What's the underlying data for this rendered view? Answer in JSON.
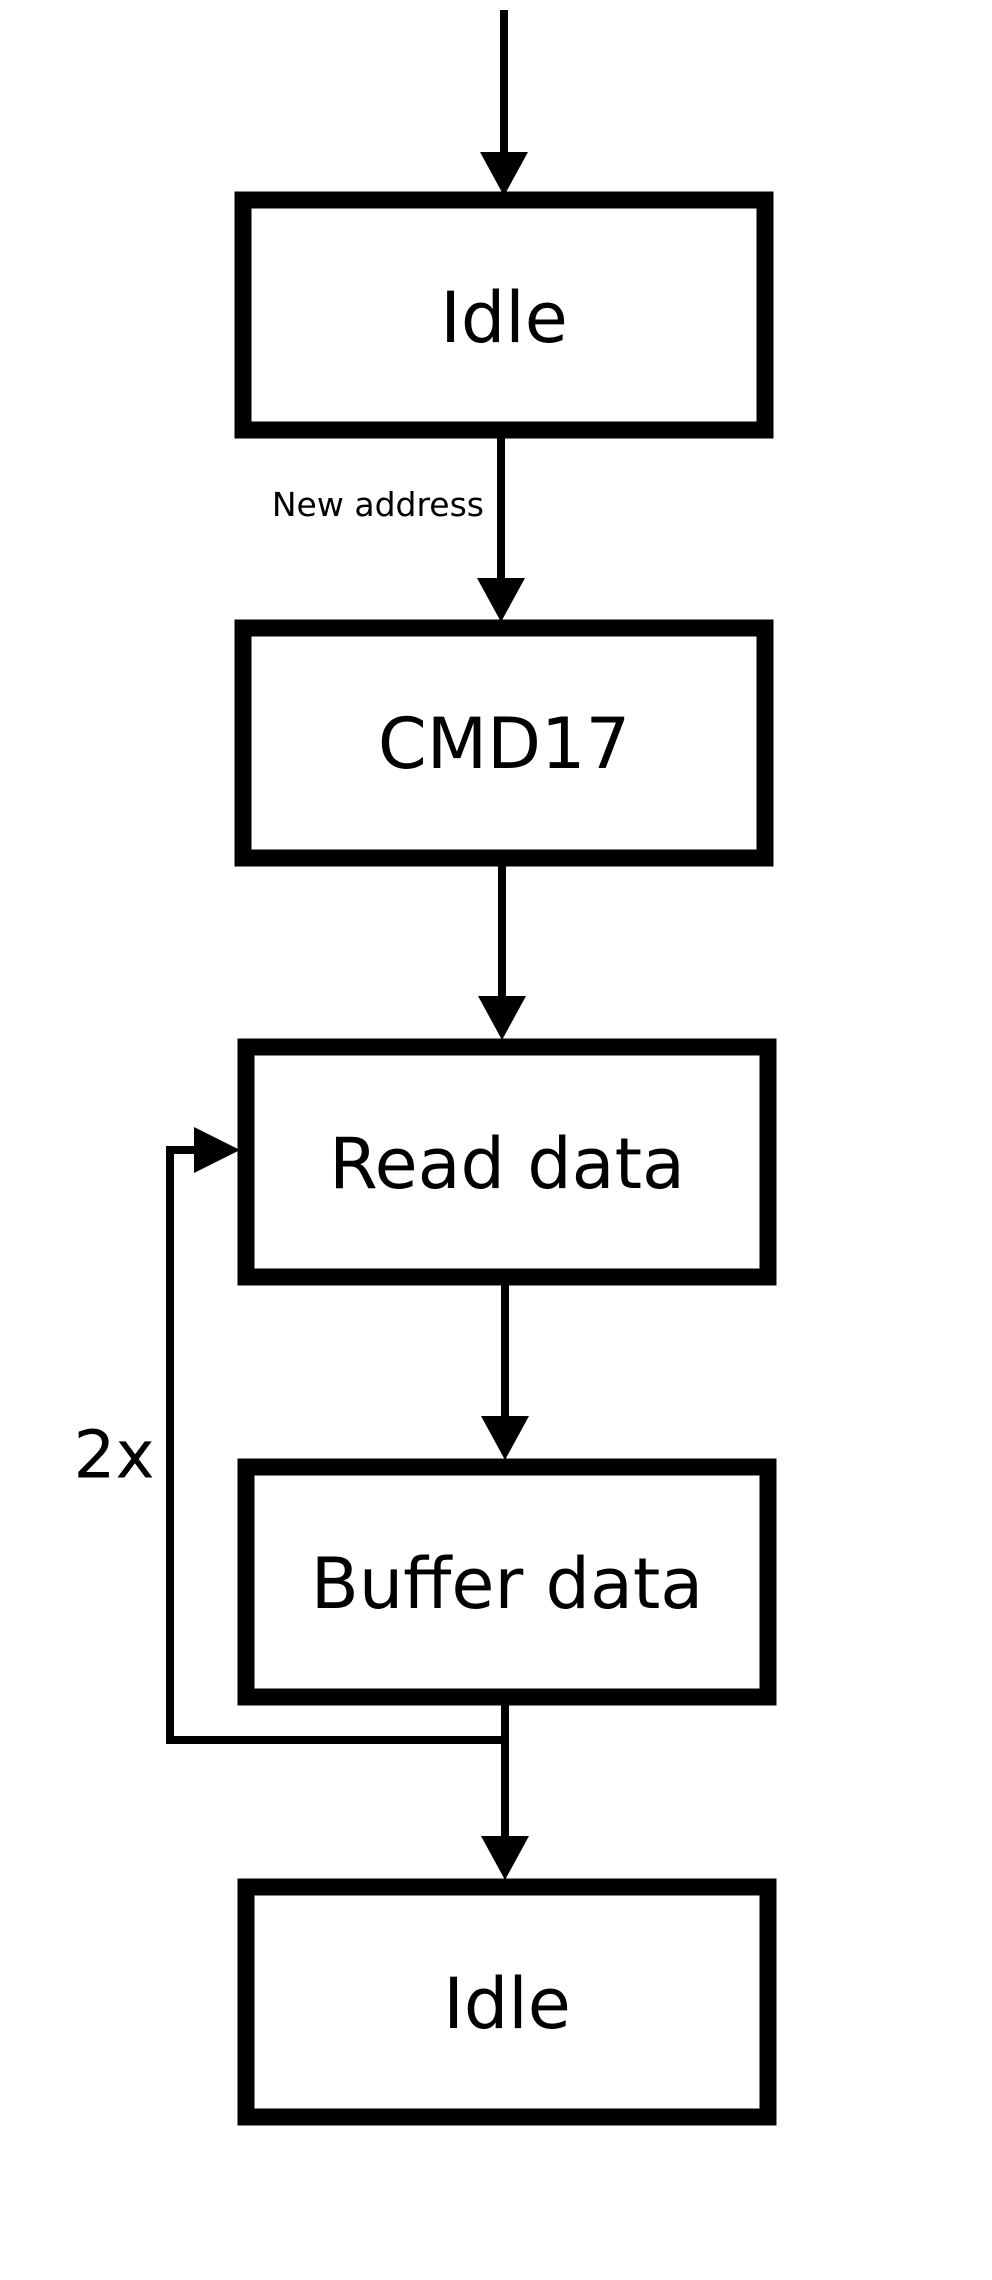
{
  "diagram": {
    "states": [
      {
        "id": "idle-start",
        "label": "Idle"
      },
      {
        "id": "cmd17",
        "label": "CMD17"
      },
      {
        "id": "read-data",
        "label": "Read data"
      },
      {
        "id": "buffer-data",
        "label": "Buffer data"
      },
      {
        "id": "idle-end",
        "label": "Idle"
      }
    ],
    "transitions": [
      {
        "from": "",
        "to": "idle-start",
        "label": ""
      },
      {
        "from": "idle-start",
        "to": "cmd17",
        "label": "New address"
      },
      {
        "from": "cmd17",
        "to": "read-data",
        "label": ""
      },
      {
        "from": "read-data",
        "to": "buffer-data",
        "label": ""
      },
      {
        "from": "buffer-data",
        "to": "read-data",
        "label": "2x"
      },
      {
        "from": "buffer-data",
        "to": "idle-end",
        "label": ""
      }
    ],
    "colors": {
      "stroke": "#000000",
      "fill": "#ffffff"
    }
  }
}
